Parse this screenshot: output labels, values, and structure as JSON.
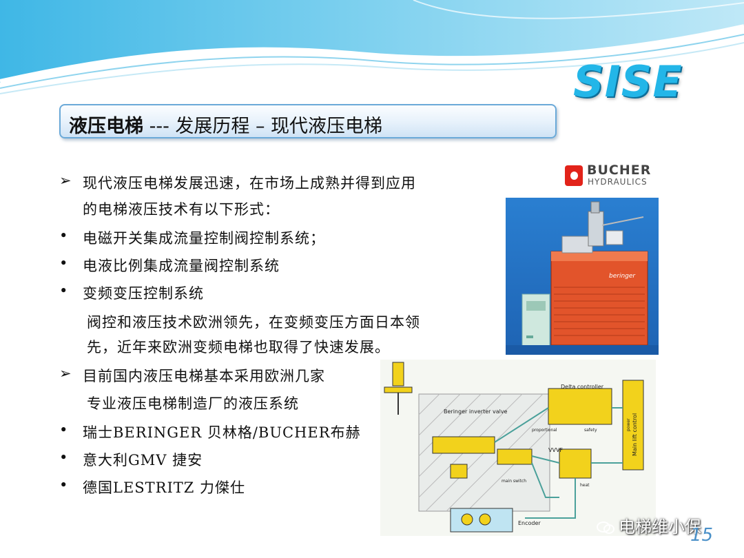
{
  "header": {
    "logo": "SISE",
    "title_bold": "液压电梯",
    "title_rest": "  ---  发展历程 – 现代液压电梯"
  },
  "bullets": [
    {
      "marker": "➢",
      "text": "现代液压电梯发展迅速，在市场上成熟并得到应用",
      "cont": "的电梯液压技术有以下形式："
    },
    {
      "marker": "•",
      "text": "电磁开关集成流量控制阀控制系统；"
    },
    {
      "marker": "•",
      "text": "电液比例集成流量阀控制系统"
    },
    {
      "marker": "•",
      "text": "变频变压控制系统"
    },
    {
      "indent": [
        "阀控和液压技术欧洲领先，在变频变压方面日本领",
        "先，近年来欧洲变频电梯也取得了快速发展。"
      ]
    },
    {
      "marker": "➢",
      "text": "目前国内液压电梯基本采用欧洲几家",
      "cont": "专业液压电梯制造厂的液压系统"
    },
    {
      "marker": "•",
      "text": "瑞士BERINGER 贝林格/BUCHER布赫"
    },
    {
      "marker": "•",
      "text": "意大利GMV 捷安"
    },
    {
      "marker": "•",
      "text": "德国LESTRITZ 力傑仕"
    }
  ],
  "photo": {
    "brand_name": "BUCHER",
    "brand_sub": "HYDRAULICS",
    "cabinet_label": "beringer"
  },
  "diagram": {
    "labels": {
      "delta": "Delta controller",
      "valve": "Beringer inverter valve",
      "main_lift": "Main lift control",
      "vvvf": "VVVF",
      "encoder": "Encoder",
      "proportional": "proportional",
      "safety": "safety",
      "power": "power",
      "main_switch": "main switch",
      "heat": "heat"
    }
  },
  "footer": {
    "watermark": "电梯维小保",
    "page_number": "15"
  },
  "colors": {
    "accent": "#23b6e8",
    "title_border": "#6aa9d8",
    "page_number": "#4a90c8"
  }
}
